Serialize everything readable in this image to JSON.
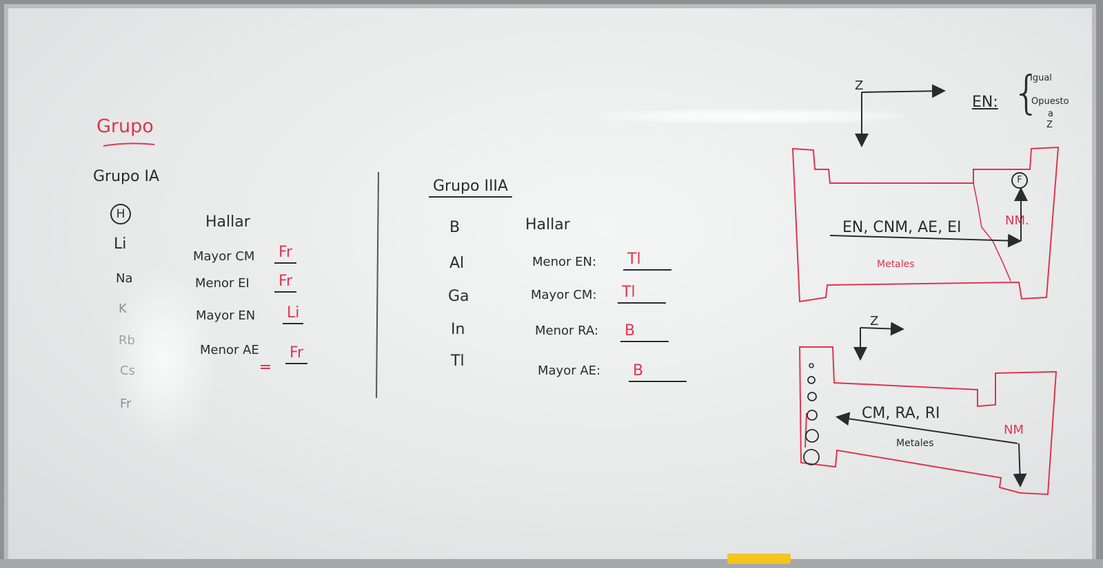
{
  "title_red": "Grupo",
  "left_section": {
    "heading": "Grupo IA",
    "elements": [
      "H",
      "Li",
      "Na",
      "K",
      "Rb",
      "Cs",
      "Fr"
    ],
    "hallar": "Hallar",
    "questions": [
      {
        "label": "Mayor CM",
        "answer": "Fr"
      },
      {
        "label": "Menor EI",
        "answer": "Fr"
      },
      {
        "label": "Mayor EN",
        "answer": "Li"
      },
      {
        "label": "Menor AE",
        "answer": "Fr"
      }
    ]
  },
  "mid_section": {
    "heading": "Grupo IIIA",
    "elements": [
      "B",
      "Al",
      "Ga",
      "In",
      "Tl"
    ],
    "hallar": "Hallar",
    "questions": [
      {
        "label": "Menor EN:",
        "answer": "Tl"
      },
      {
        "label": "Mayor CM:",
        "answer": "Tl"
      },
      {
        "label": "Menor RA:",
        "answer": "B"
      },
      {
        "label": "Mayor AE:",
        "answer": "B"
      }
    ]
  },
  "right_top": {
    "z_label": "Z",
    "en_label": "EN:",
    "brace_lines": [
      "Igual",
      "Opuesto",
      "a",
      "Z"
    ],
    "circled": "F",
    "trend_text": "EN, CNM, AE, EI",
    "nm_label": "NM.",
    "region_label": "Metales"
  },
  "right_bottom": {
    "z_label": "Z",
    "trend_text": "CM, RA, RI",
    "nm_label": "NM",
    "region_label": "Metales"
  },
  "colors": {
    "marker_black": "#2b2b2b",
    "marker_red": "#e0344f",
    "board": "#eceeee",
    "eraser": "#f3c51d"
  }
}
